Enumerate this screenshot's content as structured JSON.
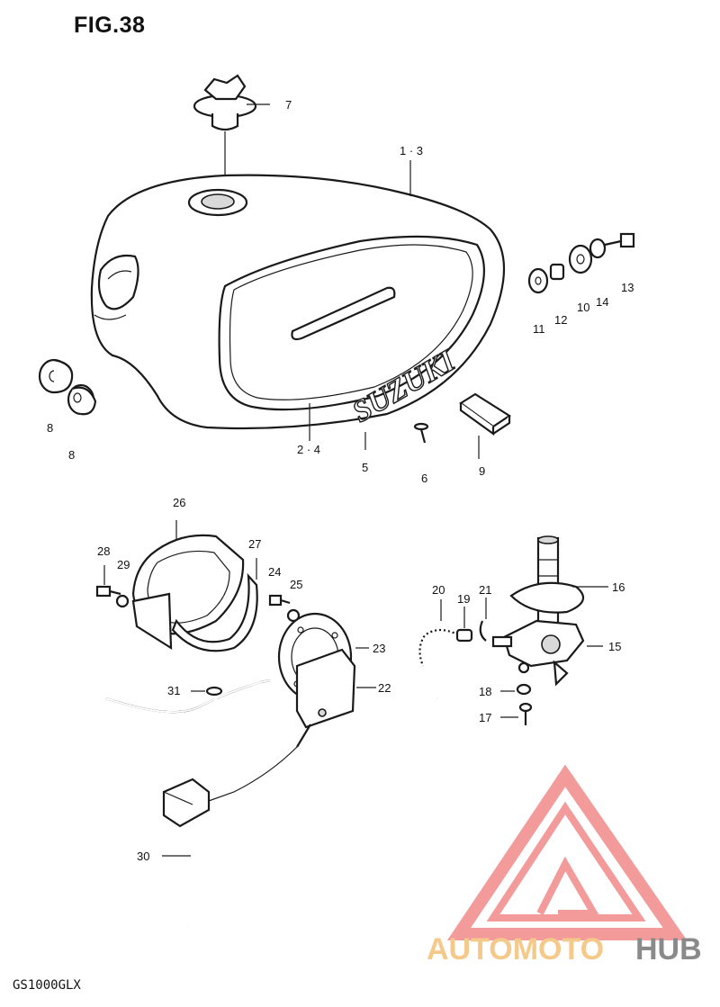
{
  "figure_title": "FIG.38",
  "model_code": "GS1000GLX",
  "emblem_text": "SUZUKI",
  "watermark": {
    "part1": "AUTOMOTO",
    "part2": "HUB",
    "colors": {
      "part1": "#f5c98a",
      "part2": "#8a8a8a",
      "logo": "#f28a8a"
    }
  },
  "callouts": [
    {
      "id": "c7",
      "label": "7"
    },
    {
      "id": "c13a",
      "label": "1 · 3"
    },
    {
      "id": "c11",
      "label": "11"
    },
    {
      "id": "c12",
      "label": "12"
    },
    {
      "id": "c10",
      "label": "10"
    },
    {
      "id": "c14",
      "label": "14"
    },
    {
      "id": "c13",
      "label": "13"
    },
    {
      "id": "c8a",
      "label": "8"
    },
    {
      "id": "c8b",
      "label": "8"
    },
    {
      "id": "c24a",
      "label": "2 · 4"
    },
    {
      "id": "c5",
      "label": "5"
    },
    {
      "id": "c6",
      "label": "6"
    },
    {
      "id": "c9",
      "label": "9"
    },
    {
      "id": "c26",
      "label": "26"
    },
    {
      "id": "c28",
      "label": "28"
    },
    {
      "id": "c29",
      "label": "29"
    },
    {
      "id": "c27",
      "label": "27"
    },
    {
      "id": "c24",
      "label": "24"
    },
    {
      "id": "c25",
      "label": "25"
    },
    {
      "id": "c23",
      "label": "23"
    },
    {
      "id": "c22",
      "label": "22"
    },
    {
      "id": "c31",
      "label": "31"
    },
    {
      "id": "c30",
      "label": "30"
    },
    {
      "id": "c20",
      "label": "20"
    },
    {
      "id": "c19",
      "label": "19"
    },
    {
      "id": "c21",
      "label": "21"
    },
    {
      "id": "c16",
      "label": "16"
    },
    {
      "id": "c15",
      "label": "15"
    },
    {
      "id": "c18",
      "label": "18"
    },
    {
      "id": "c17",
      "label": "17"
    }
  ]
}
